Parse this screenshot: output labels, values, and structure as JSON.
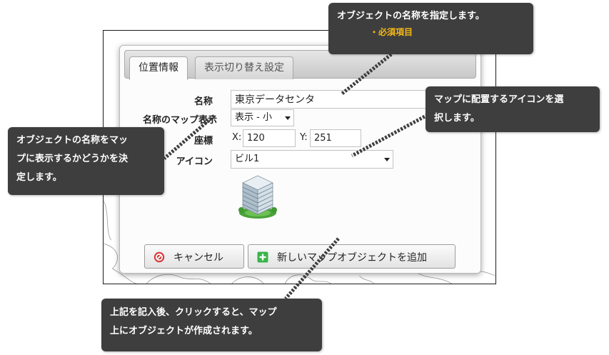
{
  "tabs": {
    "location": "位置情報",
    "display_toggle": "表示切り替え設定"
  },
  "form": {
    "name_label": "名称",
    "name_value": "東京データセンタ",
    "map_label_label": "名称のマップ表示",
    "map_label_value": "表示 - 小",
    "coords_label": "座標",
    "x_prefix": "X:",
    "x_value": "120",
    "y_prefix": "Y:",
    "y_value": "251",
    "icon_label": "アイコン",
    "icon_value": "ビル1",
    "icon_preview": "building-icon"
  },
  "buttons": {
    "cancel": "キャンセル",
    "add": "新しいマップオブジェクトを追加"
  },
  "callouts": {
    "name_line1": "オブジェクトの名称を指定します。",
    "name_line2": "・必須項目",
    "icon_line1": "マップに配置するアイコンを選",
    "icon_line2": "択します。",
    "maplabel_line1": "オブジェクトの名称をマッ",
    "maplabel_line2": "プに表示するかどうかを決",
    "maplabel_line3": "定します。",
    "add_line1": "上記を記入後、クリックすると、マップ",
    "add_line2": "上にオブジェクトが作成されます。"
  },
  "colors": {
    "callout_bg": "#3e3e3e",
    "required_text": "#f5b816",
    "cancel_icon": "#d83a3a",
    "add_icon": "#3ab54a"
  }
}
